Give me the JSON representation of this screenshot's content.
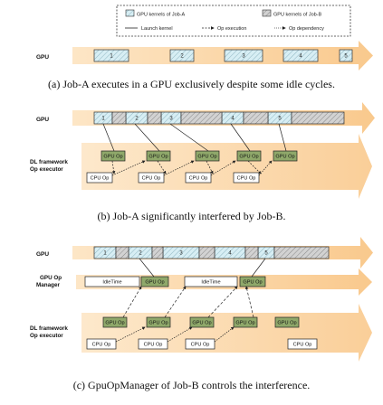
{
  "legend": {
    "kernel_a": "GPU kernels of Job-A",
    "kernel_b": "GPU kernels of Job-B",
    "launch": "Launch kernel",
    "exec": "Op execution",
    "dep": "Op dependency"
  },
  "panel_a": {
    "gpu_label": "GPU",
    "kernels_a": [
      "1",
      "2",
      "3",
      "4",
      "5"
    ],
    "caption": "(a) Job-A executes in a GPU exclusively despite some idle cycles."
  },
  "panel_b": {
    "gpu_label": "GPU",
    "exec_label": [
      "DL framework",
      "Op executor"
    ],
    "kernels_a": [
      "1",
      "2",
      "3",
      "4",
      "5"
    ],
    "gpu_op_label": "GPU Op",
    "cpu_op_label": "CPU Op",
    "caption": "(b) Job-A significantly interfered by Job-B."
  },
  "panel_c": {
    "gpu_label": "GPU",
    "manager_label": [
      "GPU Op",
      "Manager"
    ],
    "exec_label": [
      "DL framework",
      "Op executor"
    ],
    "kernels_a": [
      "1",
      "2",
      "3",
      "4",
      "5"
    ],
    "idle_time": "IdleTime",
    "gpu_op_label": "GPU Op",
    "cpu_op_label": "CPU Op",
    "caption": "(c) GpuOpManager of Job-B controls the interference."
  },
  "colors": {
    "arrow_fill": "#fbd9b0",
    "kernel_a_fill": "#d7eef4",
    "kernel_b_fill": "#c4c4c4",
    "gpu_op_fill": "#8fa86a",
    "line": "#222222"
  }
}
